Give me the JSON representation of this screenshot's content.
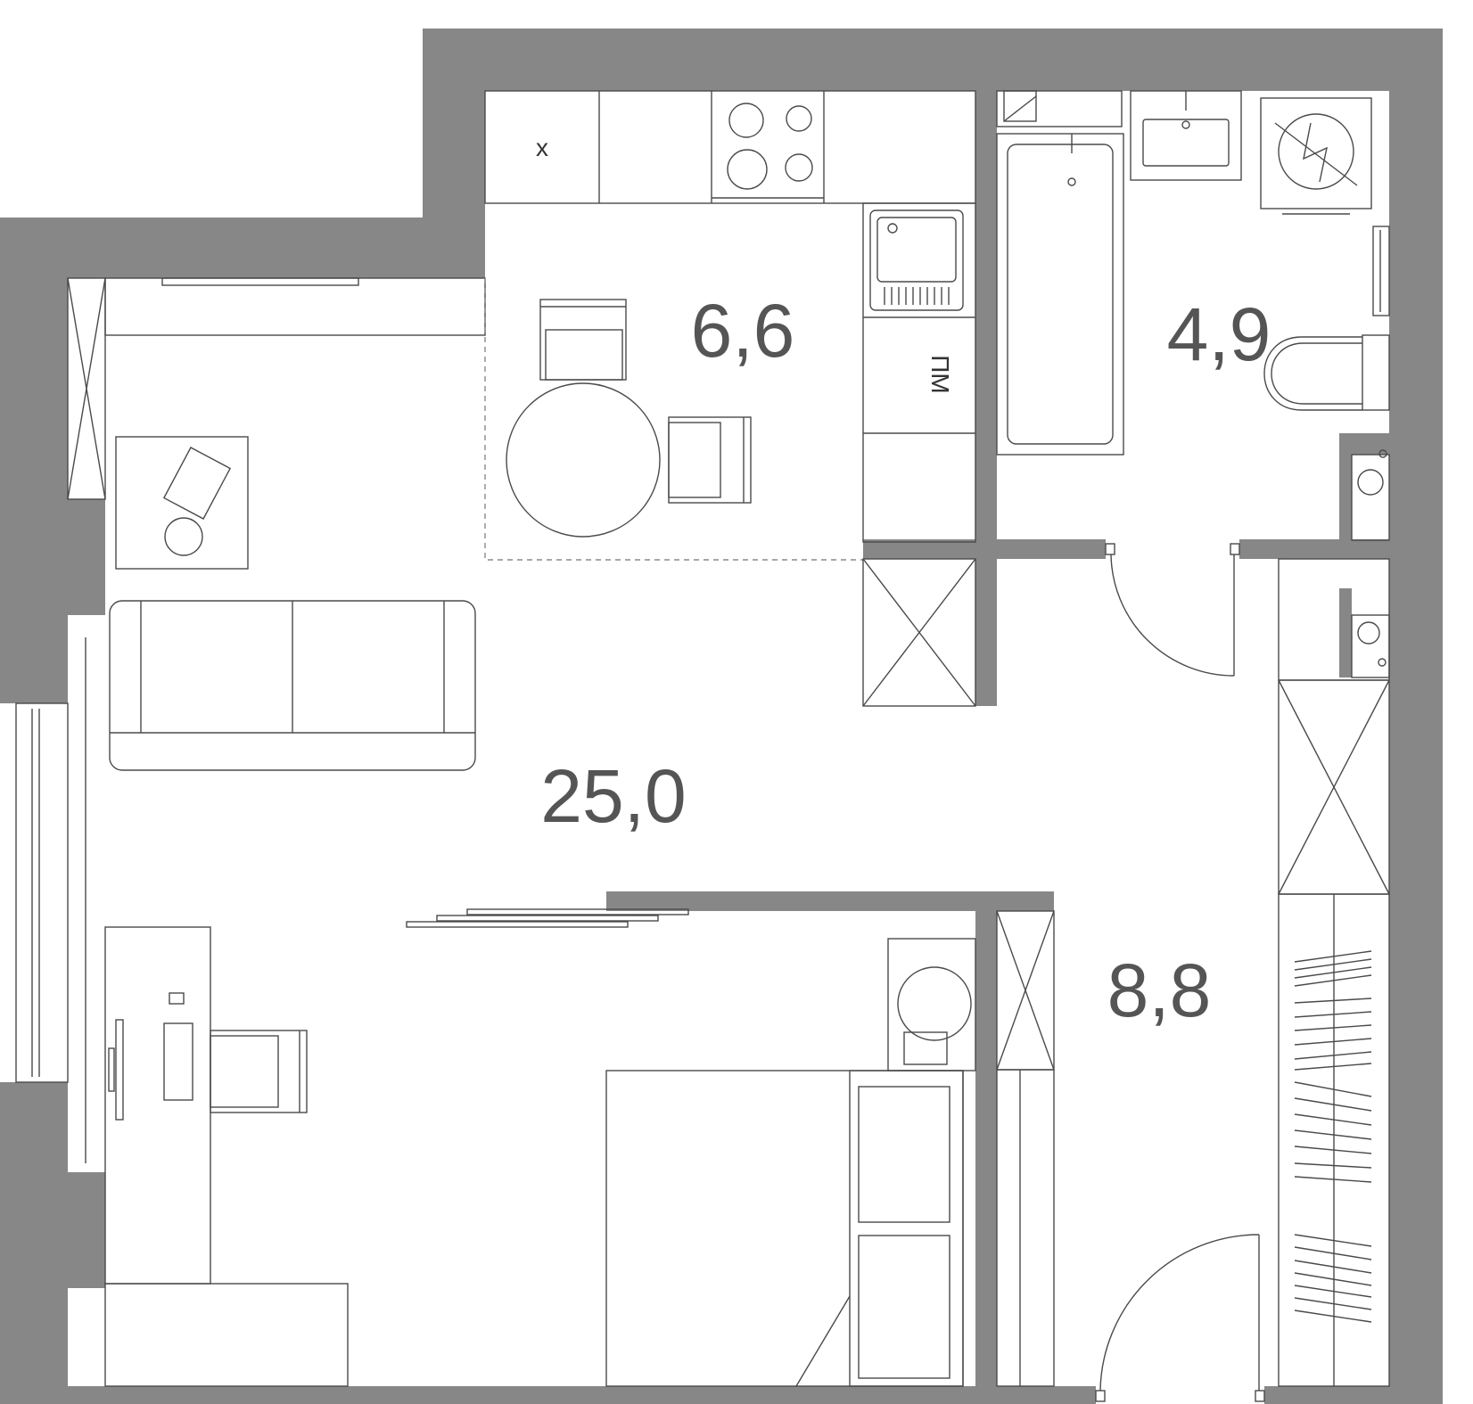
{
  "plan": {
    "areas": {
      "kitchen": "6,6",
      "bathroom": "4,9",
      "living": "25,0",
      "hall": "8,8"
    },
    "labels": {
      "hood": "x",
      "dishwasher": "ПМ"
    }
  },
  "colors": {
    "wall": "#878787",
    "line": "#4a4a4a",
    "text": "#555555"
  }
}
